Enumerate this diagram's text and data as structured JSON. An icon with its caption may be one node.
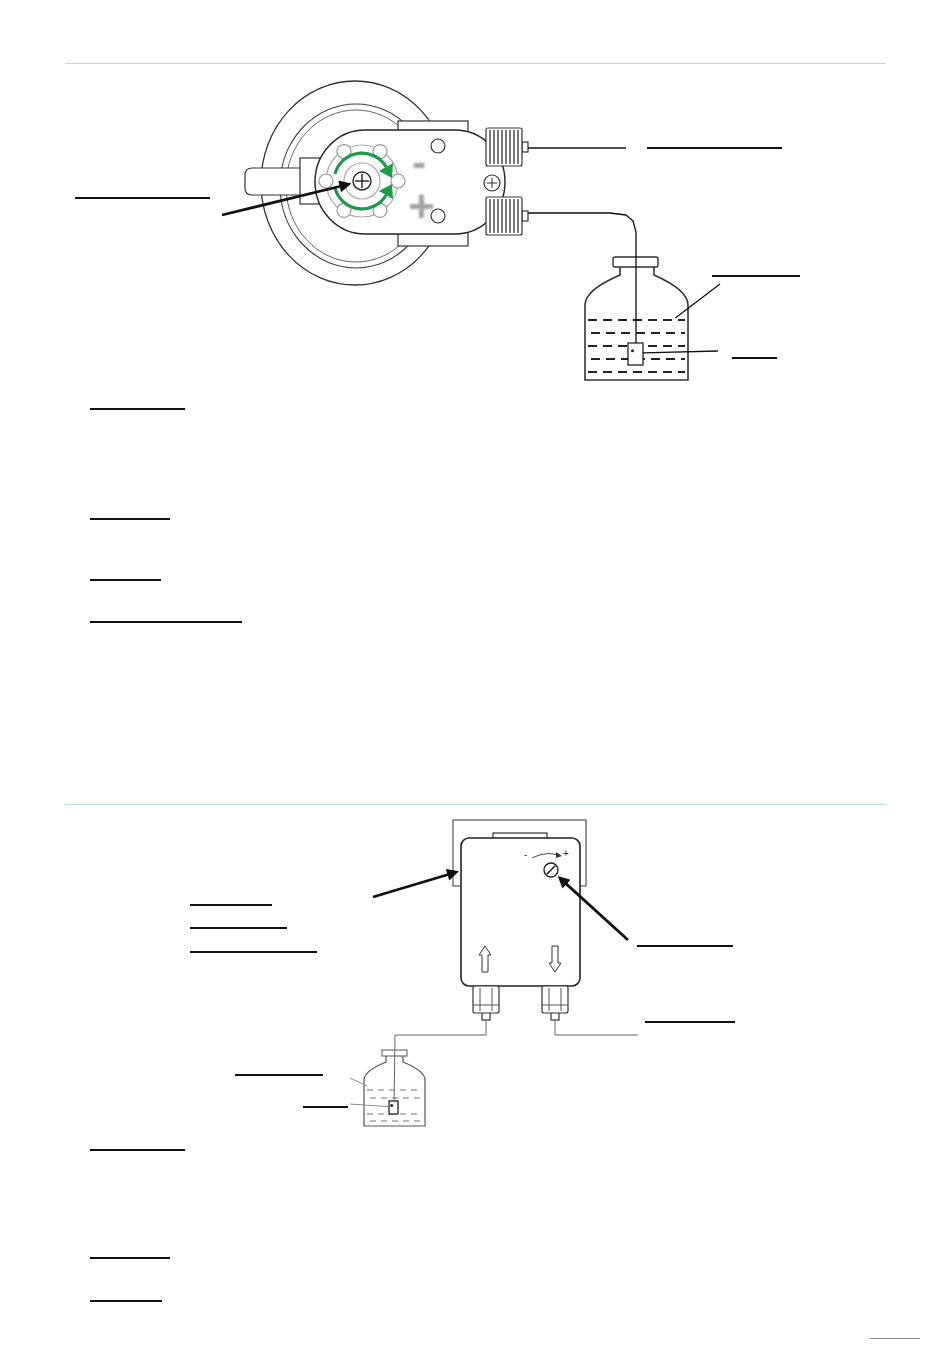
{
  "diagram": {
    "nodes": [
      {
        "text": [],
        "shape": "circle"
      },
      {
        "text": [],
        "shape": "picture"
      },
      {
        "text": [],
        "shape": "picture"
      },
      {
        "text": [],
        "shape": "picture"
      },
      {
        "text": [],
        "shape": "box",
        "in": 3
      },
      {
        "text": [],
        "shape": "box"
      },
      {
        "text": [],
        "shape": "circle",
        "in": 5
      },
      {
        "text": [],
        "shape": "picture"
      },
      {
        "text": [],
        "shape": "picture"
      },
      {
        "text": [],
        "shape": "picture"
      },
      {
        "text": [],
        "shape": "box",
        "in": 9
      }
    ],
    "edges": [
      {
        "from": null,
        "to": 0,
        "arrow": "to"
      },
      {
        "from": null,
        "to": 1,
        "arrow": "none"
      },
      {
        "from": 2,
        "to": 4,
        "arrow": "none"
      },
      {
        "from": null,
        "to": 3,
        "arrow": "none"
      },
      {
        "from": null,
        "to": 4,
        "arrow": "none"
      },
      {
        "from": null,
        "to": 5,
        "arrow": "to"
      },
      {
        "from": null,
        "to": 6,
        "arrow": "to"
      },
      {
        "from": 7,
        "to": 10,
        "arrow": "none",
        "color": "#666666"
      },
      {
        "from": 8,
        "to": null,
        "arrow": "none",
        "color": "#666666"
      },
      {
        "from": null,
        "to": 9,
        "arrow": "none",
        "color": "#8c8c8c"
      },
      {
        "from": null,
        "to": 10,
        "arrow": "none",
        "color": "#8c8c8c"
      }
    ],
    "labels": [
      "-",
      "+",
      "-",
      "+"
    ]
  }
}
